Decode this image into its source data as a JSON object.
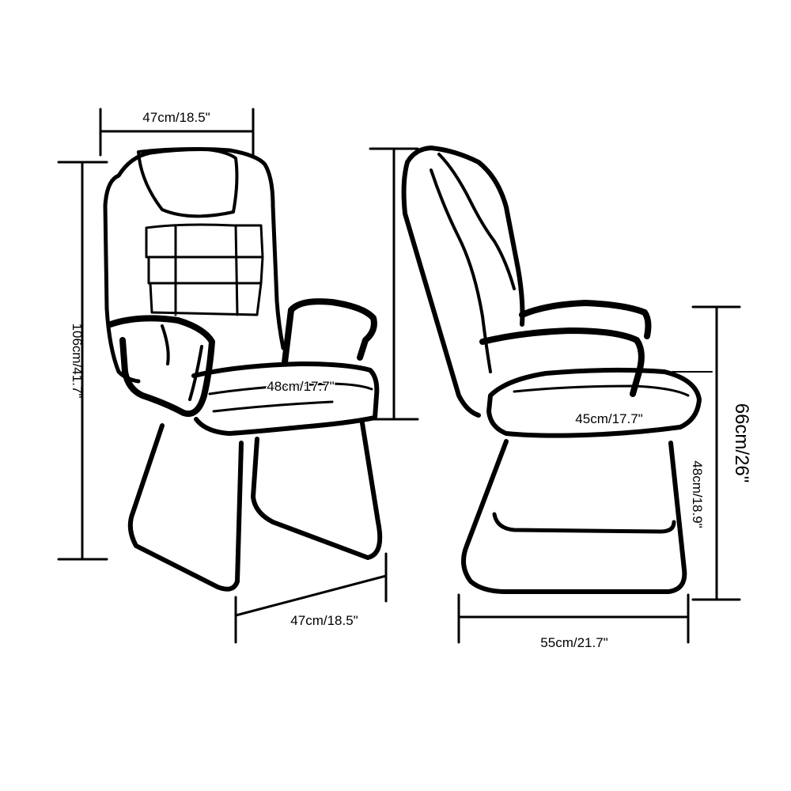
{
  "figure": {
    "front_view": {
      "width_top": "47cm/18.5\"",
      "height_total": "106cm/41.7\"",
      "seat_width": "48cm/17.7\"",
      "base_depth": "47cm/18.5\""
    },
    "side_view": {
      "seat_depth": "45cm/17.7\"",
      "arm_height": "66cm/26\"",
      "seat_height": "48cm/18.9\"",
      "base_length": "55cm/21.7\""
    }
  }
}
